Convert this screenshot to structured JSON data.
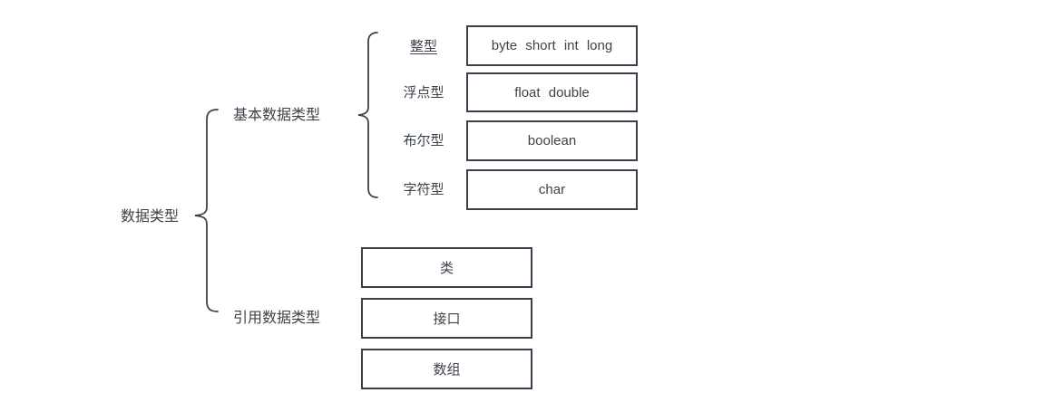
{
  "diagram": {
    "title_node": "数据类型",
    "colors": {
      "stroke": "#3b414a",
      "text": "#3d434b",
      "background": "#ffffff"
    },
    "branches": [
      {
        "label": "基本数据类型",
        "children": [
          {
            "label": "整型",
            "underlined": true,
            "box": "byte short int long"
          },
          {
            "label": "浮点型",
            "underlined": false,
            "box": "float double"
          },
          {
            "label": "布尔型",
            "underlined": false,
            "box": "boolean"
          },
          {
            "label": "字符型",
            "underlined": false,
            "box": "char"
          }
        ]
      },
      {
        "label": "引用数据类型",
        "children": [
          {
            "box": "类"
          },
          {
            "box": "接口"
          },
          {
            "box": "数组"
          }
        ]
      }
    ]
  }
}
